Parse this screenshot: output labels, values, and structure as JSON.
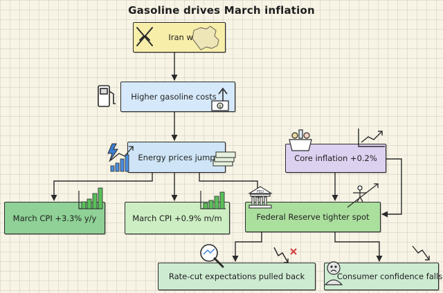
{
  "title": "Gasoline drives March inflation",
  "nodes": {
    "iran_war": {
      "label": "Iran war",
      "fill": "#f7eeaa"
    },
    "gasoline": {
      "label": "Higher gasoline costs",
      "fill": "#d6e9fb"
    },
    "energy": {
      "label": "Energy prices jump",
      "fill": "#cfe5f7"
    },
    "core": {
      "label": "Core inflation +0.2%",
      "fill": "#ddd1f0"
    },
    "cpi_yy": {
      "label": "March CPI +3.3% y/y",
      "fill": "#8fd196"
    },
    "cpi_mm": {
      "label": "March CPI +0.9% m/m",
      "fill": "#cdeec3"
    },
    "fed": {
      "label": "Federal Reserve tighter spot",
      "fill": "#abdf9e"
    },
    "ratecut": {
      "label": "Rate-cut expectations pulled back",
      "fill": "#cdebd1"
    },
    "consumer": {
      "label": "Consumer confidence falls",
      "fill": "#cdebd1"
    }
  },
  "icons": {
    "fed_building_text": "FED",
    "dollar_symbol": "$"
  },
  "colors": {
    "line": "#2a2a2a",
    "bar_green": "#5bbf5b",
    "arrow_red": "#d43a3a"
  }
}
